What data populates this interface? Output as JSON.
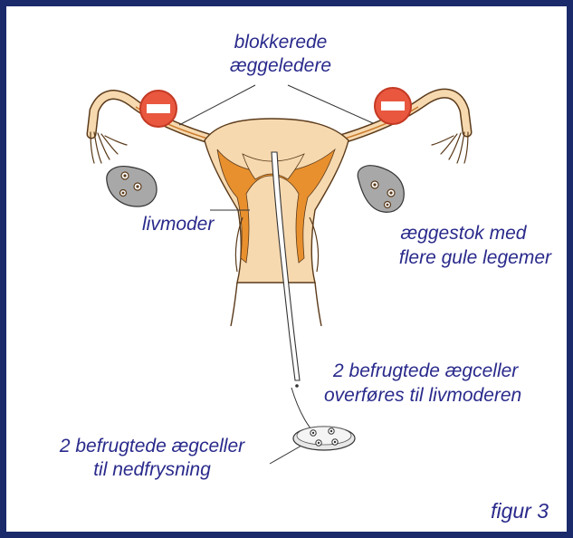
{
  "labels": {
    "blocked_tubes_line1": "blokkerede",
    "blocked_tubes_line2": "æggeledere",
    "uterus": "livmoder",
    "ovary_line1": "æggestok med",
    "ovary_line2": "flere gule legemer",
    "transfer_line1": "2 befrugtede ægceller",
    "transfer_line2": "overføres til livmoderen",
    "freeze_line1": "2 befrugtede ægceller",
    "freeze_line2": "til nedfrysning",
    "figure": "figur 3"
  },
  "icons": {
    "blocked_tube_left": "no-entry-icon",
    "blocked_tube_right": "no-entry-icon",
    "ovary_left": "ovary-icon",
    "ovary_right": "ovary-icon",
    "petri_dish": "petri-dish-icon",
    "catheter": "catheter-icon"
  },
  "colors": {
    "frame": "#1a2a6b",
    "text": "#2a2a8c",
    "tissue": "#f7d9b0",
    "tissue_dark": "#e8902e",
    "blocker": "#e9573f",
    "ovary": "#a8a8a8"
  }
}
